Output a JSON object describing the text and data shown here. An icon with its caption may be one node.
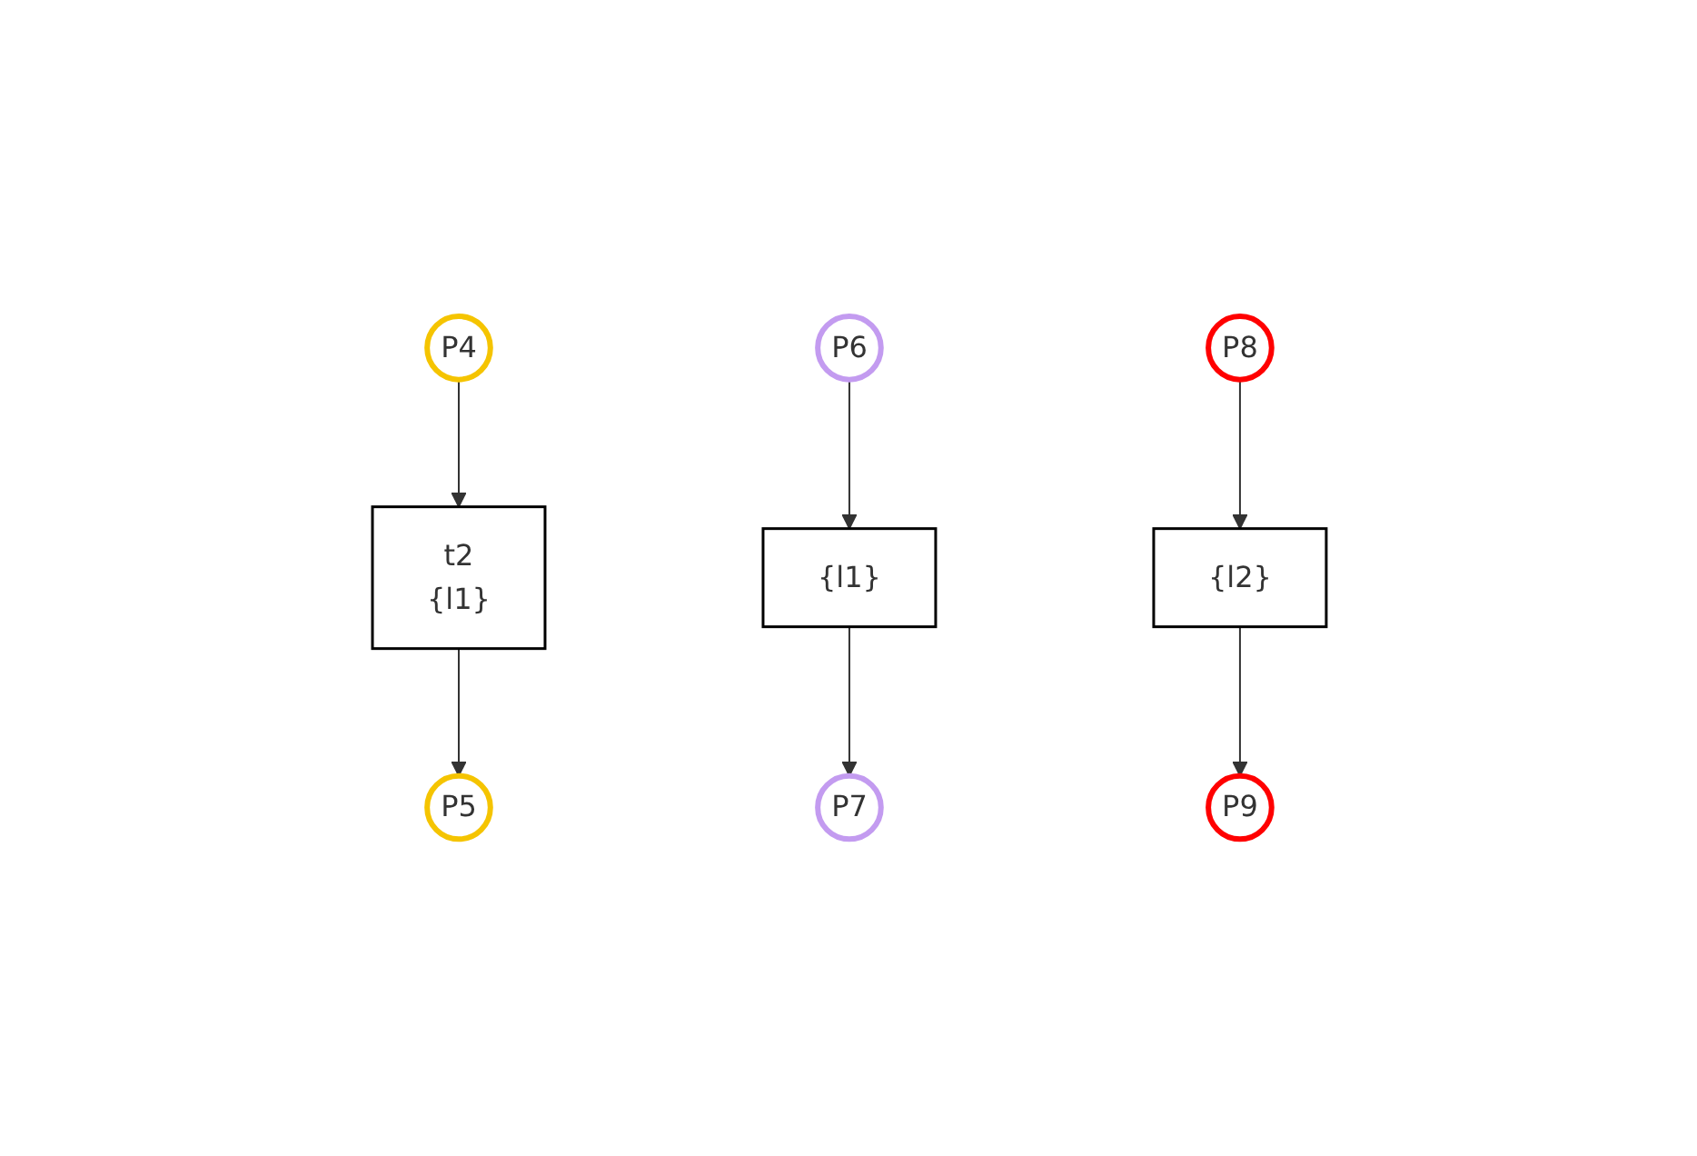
{
  "diagram": {
    "nodes": [
      {
        "text": [
          "P4"
        ]
      },
      {
        "text": [
          "t2",
          "{l1}"
        ]
      },
      {
        "text": [
          "P5"
        ]
      },
      {
        "text": [
          "P6"
        ]
      },
      {
        "text": [
          "{l1}"
        ]
      },
      {
        "text": [
          "P7"
        ]
      },
      {
        "text": [
          "P8"
        ]
      },
      {
        "text": [
          "{l2}"
        ]
      },
      {
        "text": [
          "P9"
        ]
      }
    ],
    "edges": [
      {
        "from": 0,
        "to": 1,
        "arrow": "to"
      },
      {
        "from": 1,
        "to": 2,
        "arrow": "to"
      },
      {
        "from": 3,
        "to": 4,
        "arrow": "to"
      },
      {
        "from": 4,
        "to": 5,
        "arrow": "to"
      },
      {
        "from": 6,
        "to": 7,
        "arrow": "to"
      },
      {
        "from": 7,
        "to": 8,
        "arrow": "to"
      }
    ]
  }
}
